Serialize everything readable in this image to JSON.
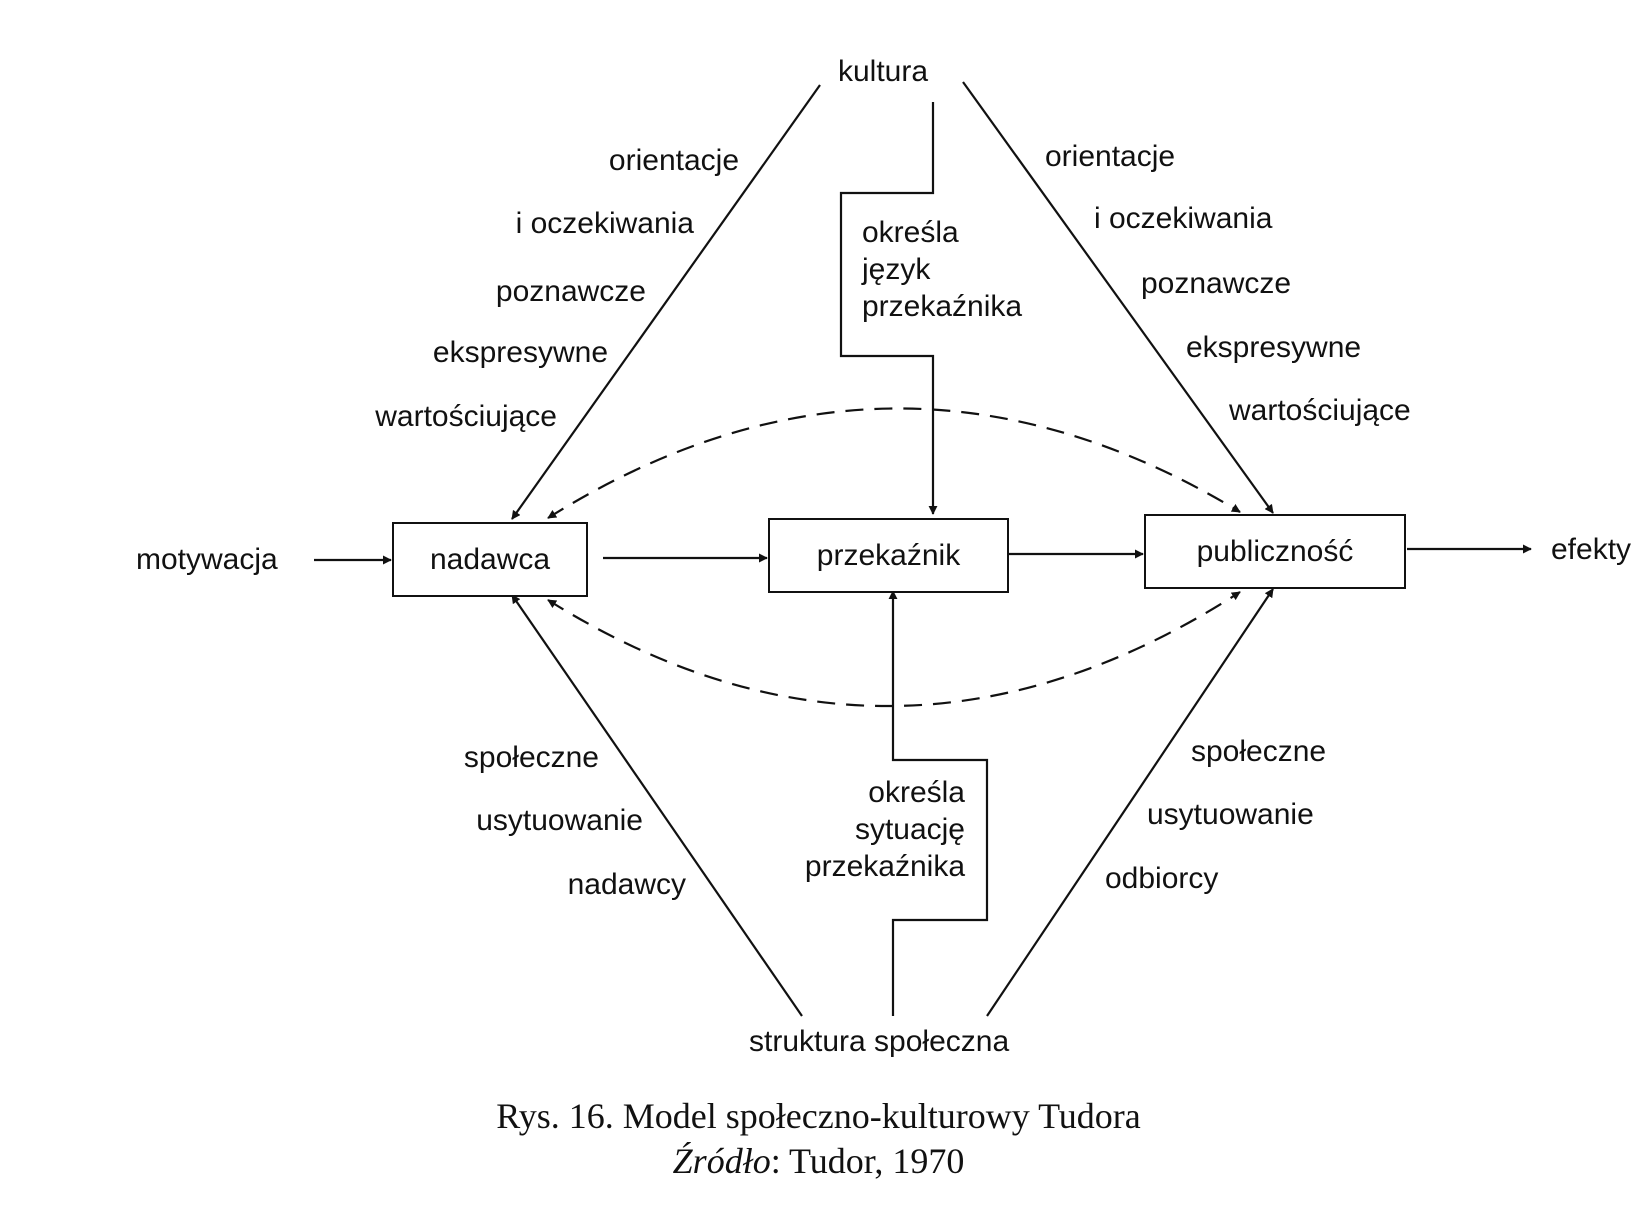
{
  "diagram": {
    "top_node": "kultura",
    "bottom_node": "struktura społeczna",
    "input": "motywacja",
    "output": "efekty",
    "boxes": {
      "sender": "nadawca",
      "medium": "przekaźnik",
      "audience": "publiczność"
    },
    "culture_left": [
      "orientacje",
      "i oczekiwania",
      "poznawcze",
      "ekspresywne",
      "wartościujące"
    ],
    "culture_right": [
      "orientacje",
      "i oczekiwania",
      "poznawcze",
      "ekspresywne",
      "wartościujące"
    ],
    "culture_medium": "określa\njęzyk\nprzekaźnika",
    "structure_left": [
      "społeczne",
      "usytuowanie",
      "nadawcy"
    ],
    "structure_right": [
      "społeczne",
      "usytuowanie",
      "odbiorcy"
    ],
    "structure_medium": "określa\nsytuację\nprzekaźnika"
  },
  "caption": {
    "title": "Rys. 16.  Model społeczno-kulturowy Tudora",
    "source_label": "Źródło",
    "source_value": ": Tudor, 1970"
  }
}
